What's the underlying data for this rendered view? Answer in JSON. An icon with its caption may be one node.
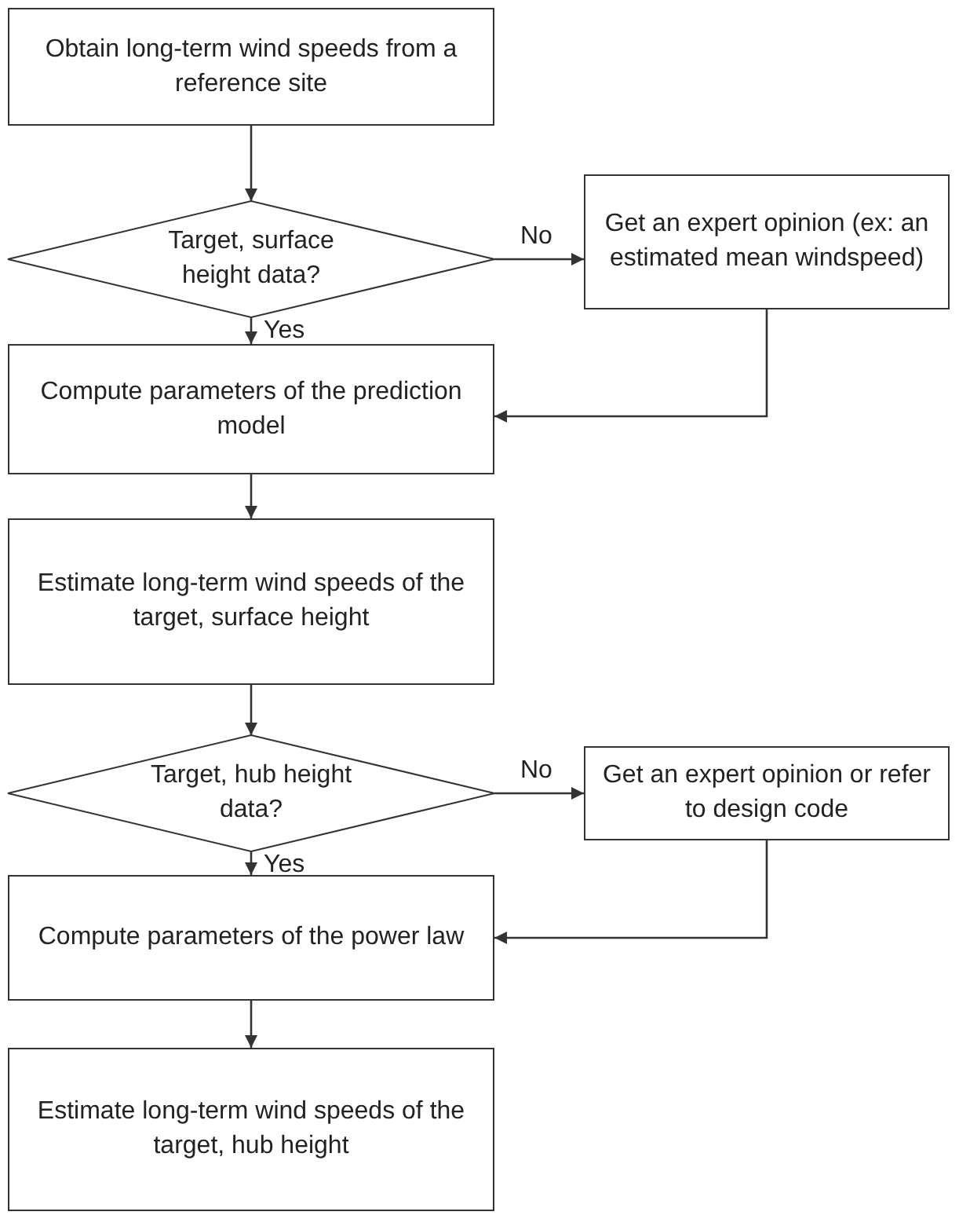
{
  "diagram": {
    "nodes": [
      {
        "text": [
          "Obtain long-term wind speeds from a reference site"
        ]
      },
      {
        "text": [
          "Target, surface height data?"
        ]
      },
      {
        "text": [
          "Get an expert opinion (ex: an estimated mean windspeed)"
        ]
      },
      {
        "text": [
          "Compute parameters of the prediction model"
        ]
      },
      {
        "text": [
          "Estimate long-term wind speeds of the target, surface height"
        ]
      },
      {
        "text": [
          "Target, hub height data?"
        ]
      },
      {
        "text": [
          "Get an expert opinion or refer to design code"
        ]
      },
      {
        "text": [
          "Compute parameters of the power law"
        ]
      },
      {
        "text": [
          "Estimate long-term wind speeds of the target, hub height"
        ]
      }
    ],
    "edges": [
      {
        "from": 0,
        "to": 1,
        "arrow": "to"
      },
      {
        "from": 1,
        "to": 2,
        "arrow": "to",
        "label": "No"
      },
      {
        "from": 1,
        "to": 3,
        "arrow": "to",
        "label": "Yes"
      },
      {
        "from": 2,
        "to": 3,
        "arrow": "to"
      },
      {
        "from": 3,
        "to": 4,
        "arrow": "to"
      },
      {
        "from": 4,
        "to": 5,
        "arrow": "to"
      },
      {
        "from": 5,
        "to": 6,
        "arrow": "to",
        "label": "No"
      },
      {
        "from": 5,
        "to": 7,
        "arrow": "to",
        "label": "Yes"
      },
      {
        "from": 6,
        "to": 7,
        "arrow": "to"
      },
      {
        "from": 7,
        "to": 8,
        "arrow": "to"
      }
    ]
  }
}
